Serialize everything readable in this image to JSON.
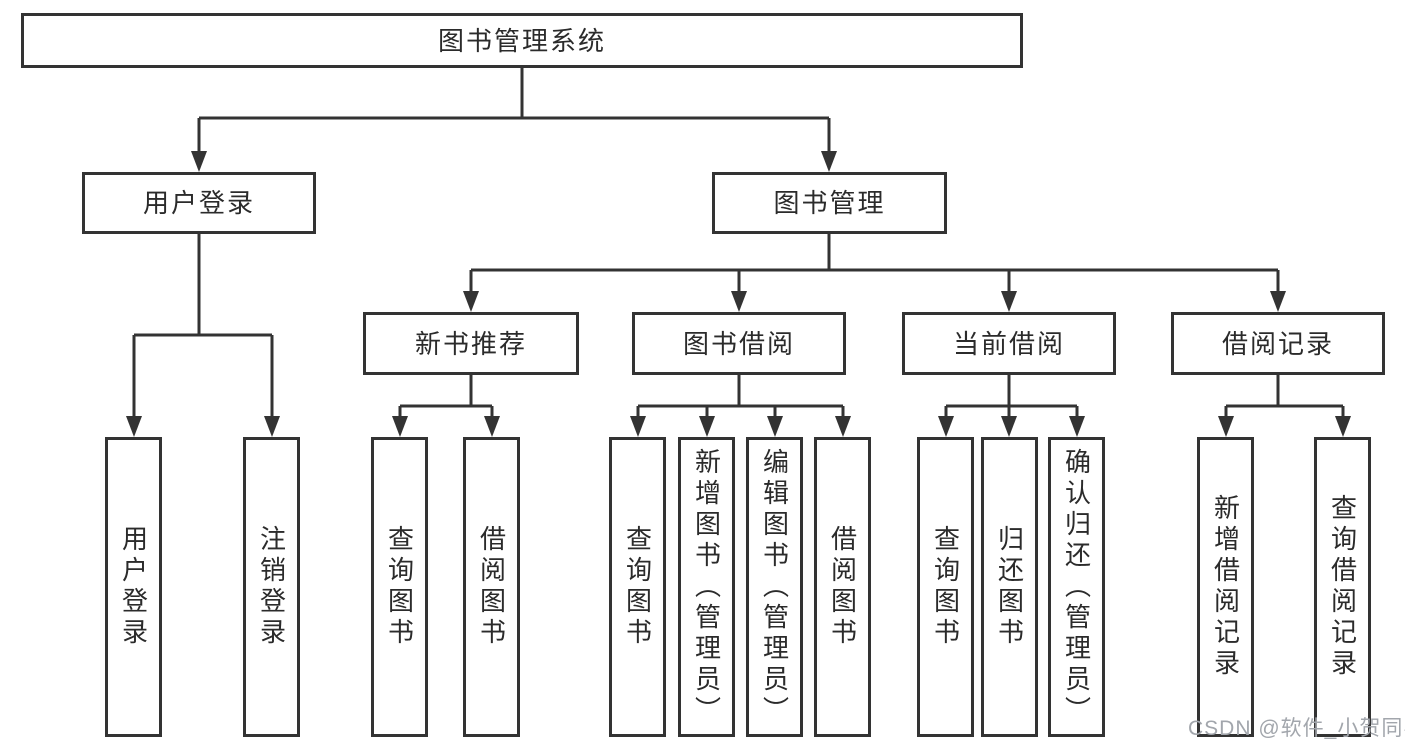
{
  "watermark": "CSDN @软件_小贺同学",
  "colors": {
    "line": "#333333",
    "box_border": "#333333",
    "box_background": "#ffffff",
    "text": "#2b2b2b",
    "watermark_text": "#a2a6ac"
  },
  "tree": {
    "root": {
      "label": "图书管理系统"
    },
    "level2": [
      {
        "label": "用户登录",
        "parent": "图书管理系统"
      },
      {
        "label": "图书管理",
        "parent": "图书管理系统"
      }
    ],
    "level3": [
      {
        "label": "新书推荐",
        "parent": "图书管理"
      },
      {
        "label": "图书借阅",
        "parent": "图书管理"
      },
      {
        "label": "当前借阅",
        "parent": "图书管理"
      },
      {
        "label": "借阅记录",
        "parent": "图书管理"
      }
    ],
    "leaves": [
      {
        "label": "用户登录",
        "parent": "用户登录"
      },
      {
        "label": "注销登录",
        "parent": "用户登录"
      },
      {
        "label": "查询图书",
        "parent": "新书推荐"
      },
      {
        "label": "借阅图书",
        "parent": "新书推荐"
      },
      {
        "label": "查询图书",
        "parent": "图书借阅"
      },
      {
        "label": "新增图书（管理员）",
        "parent": "图书借阅"
      },
      {
        "label": "编辑图书（管理员）",
        "parent": "图书借阅"
      },
      {
        "label": "借阅图书",
        "parent": "图书借阅"
      },
      {
        "label": "查询图书",
        "parent": "当前借阅"
      },
      {
        "label": "归还图书",
        "parent": "当前借阅"
      },
      {
        "label": "确认归还（管理员）",
        "parent": "当前借阅"
      },
      {
        "label": "新增借阅记录",
        "parent": "借阅记录"
      },
      {
        "label": "查询借阅记录",
        "parent": "借阅记录"
      }
    ]
  }
}
